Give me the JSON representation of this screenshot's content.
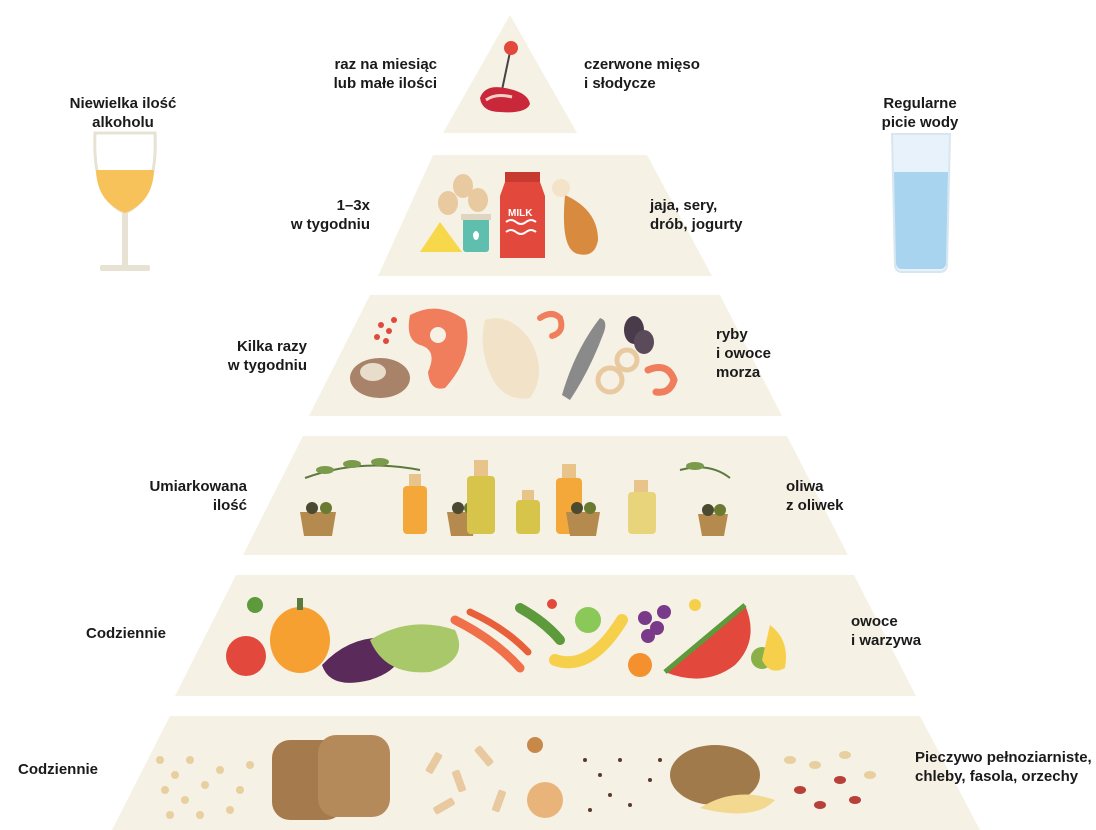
{
  "tiers": [
    {
      "frequency": [
        "raz na miesiąc",
        "lub małe ilości"
      ],
      "food": [
        "czerwone mięso",
        "i słodycze"
      ]
    },
    {
      "frequency": [
        "1–3x",
        "w tygodniu"
      ],
      "food": [
        "jaja, sery,",
        "drób, jogurty"
      ]
    },
    {
      "frequency": [
        "Kilka razy",
        "w tygodniu"
      ],
      "food": [
        "ryby",
        "i owoce",
        "morza"
      ]
    },
    {
      "frequency": [
        "Umiarkowana",
        "ilość"
      ],
      "food": [
        "oliwa",
        "z oliwek"
      ]
    },
    {
      "frequency": [
        "Codziennie"
      ],
      "food": [
        "owoce",
        "i warzywa"
      ]
    },
    {
      "frequency": [
        "Codziennie"
      ],
      "food": [
        "Pieczywo pełnoziarniste,",
        "chleby, fasola, orzechy"
      ]
    }
  ],
  "side": {
    "alcohol": [
      "Niewielka ilość",
      "alkoholu"
    ],
    "water": [
      "Regularne",
      "picie wody"
    ]
  },
  "milk_label": "MILK",
  "colors": {
    "tier_bg": "#f6f1e5",
    "red": "#e2483c",
    "orange": "#f29a2e",
    "olive": "#7a8a2e",
    "brown": "#a9763f",
    "water": "#a9d4f0",
    "wine": "#f7c25a"
  }
}
